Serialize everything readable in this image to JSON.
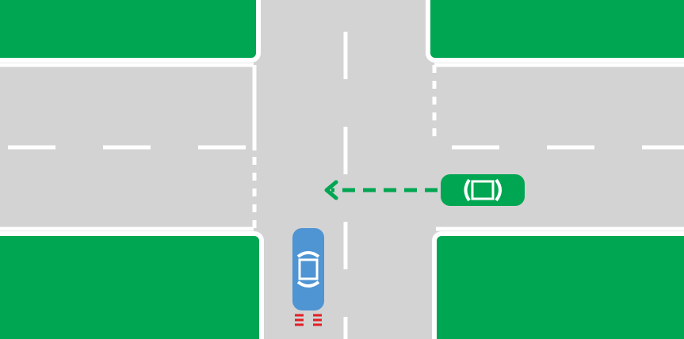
{
  "scene": {
    "colors": {
      "road": "#d3d3d3",
      "grass": "#00a651",
      "curb": "#ffffff",
      "lane_marking": "#ffffff",
      "arrow": "#00a651"
    },
    "vehicles": [
      {
        "id": "green-car",
        "color": "#00a651",
        "heading": "west",
        "status": "moving",
        "approach": "east"
      },
      {
        "id": "blue-car",
        "color": "#4f94d3",
        "heading": "north",
        "status": "braking",
        "brake_light_color": "#e21f26",
        "approach": "south"
      }
    ],
    "path_arrow": {
      "style": "dashed",
      "direction": "west",
      "vehicle": "green-car"
    }
  }
}
